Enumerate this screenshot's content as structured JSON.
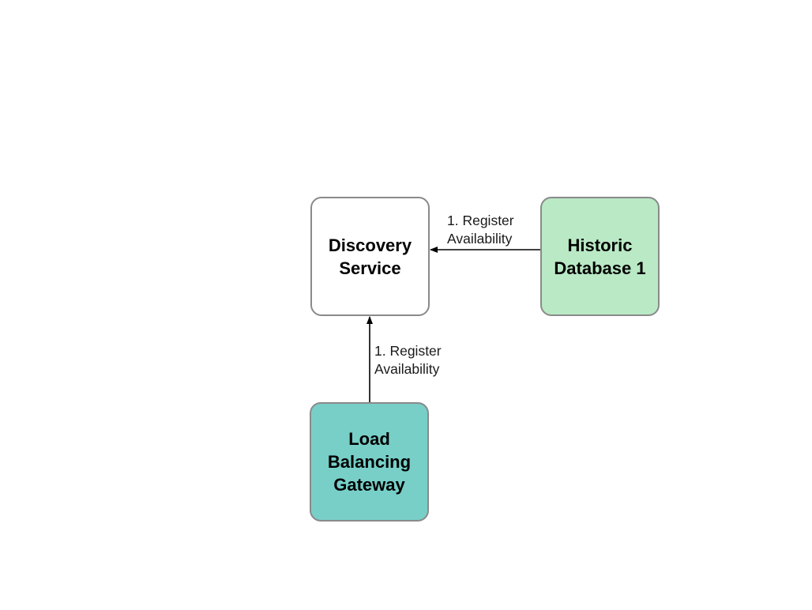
{
  "nodes": {
    "discovery": {
      "label": "Discovery\nService",
      "fill": "#ffffff"
    },
    "historic": {
      "label": "Historic\nDatabase 1",
      "fill": "#b9e9c5"
    },
    "gateway": {
      "label": "Load\nBalancing\nGateway",
      "fill": "#77cfc8"
    }
  },
  "edges": {
    "historic_to_discovery": {
      "label": "1. Register\nAvailability"
    },
    "gateway_to_discovery": {
      "label": "1. Register\nAvailability"
    }
  },
  "colors": {
    "border": "#8a8a8a",
    "edge": "#000000"
  }
}
